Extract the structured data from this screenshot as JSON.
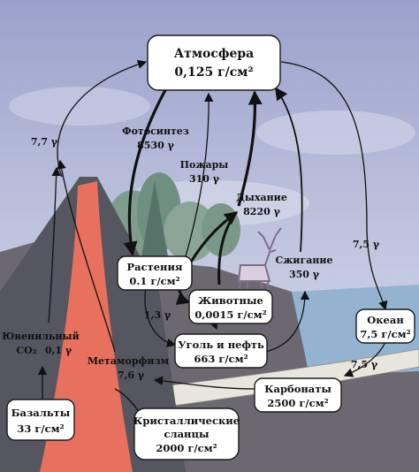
{
  "nodes": {
    "atmosphere": {
      "name": "Атмосфера",
      "value": "0,125 г/см²"
    },
    "plants": {
      "name": "Растения",
      "value": "0.1 г/см²"
    },
    "animals": {
      "name": "Животные",
      "value": "0,0015 г/см²"
    },
    "coal_oil": {
      "name": "Уголь и нефть",
      "value": "663 г/см²"
    },
    "ocean": {
      "name": "Океан",
      "value": "7,5 г/см²"
    },
    "carbonates": {
      "name": "Карбонаты",
      "value": "2500 г/см²"
    },
    "schists": {
      "name1": "Кристаллические",
      "name2": "сланцы",
      "value": "2000 г/см²"
    },
    "basalts": {
      "name": "Базальты",
      "value": "33 г/см²"
    }
  },
  "flows": {
    "photosynthesis": {
      "name": "Фотосинтез",
      "value": "8530 γ"
    },
    "fires": {
      "name": "Пожары",
      "value": "310 γ"
    },
    "respiration": {
      "name": "Дыхание",
      "value": "8220 γ"
    },
    "combustion": {
      "name": "Сжигание",
      "value": "350 γ"
    },
    "juvenile": {
      "name": "Ювенильный",
      "co2": "CO₂",
      "value": "0,1 γ"
    },
    "metamorphism": {
      "name": "Метаморфизм",
      "value": "7,6 γ"
    },
    "volcanic": {
      "value": "7,7 γ"
    },
    "to_ocean": {
      "value": "7,5 γ"
    },
    "ocean_to_carbonates": {
      "value": "7,5 γ"
    },
    "plants_to_coal": {
      "value": "1,3 γ"
    }
  },
  "colors": {
    "sky": "#a9b0d3",
    "sky_light": "#dfe2ef",
    "mountain": "#5c5d66",
    "ground": "#6d6a72",
    "magma": "#e8705e",
    "water": "#8fb0d0",
    "forest": "#7e9c8c",
    "sediment": "#e6e3d8"
  }
}
